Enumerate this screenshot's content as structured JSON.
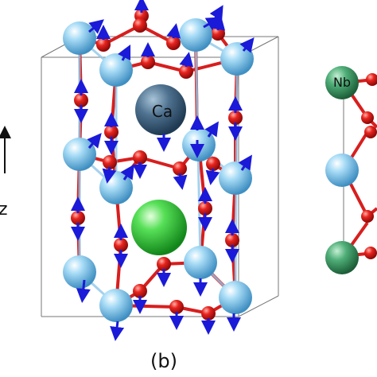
{
  "axis": {
    "label": "z"
  },
  "panel_b": {
    "caption": "(b)",
    "atom_labels": {
      "ca": "Ca"
    }
  },
  "panel_c": {
    "atom_labels": {
      "nb": "Nb"
    }
  },
  "colors": {
    "ti_atom": "#7fbfe6",
    "oxygen_atom": "#e0201c",
    "ca_atom": "#4a6a84",
    "green_atom": "#3cc63c",
    "nb_atom": "#3f9c66",
    "arrow": "#1a1ad8",
    "bond_red": "#d81e1e",
    "bond_blue": "#8ec8ea",
    "cell_edge": "#777777"
  }
}
